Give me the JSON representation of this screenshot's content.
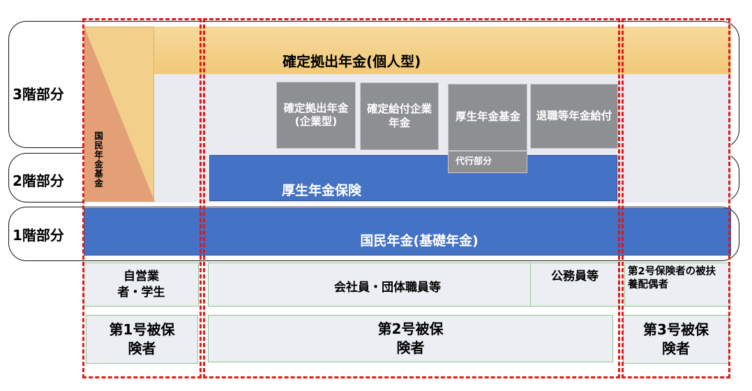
{
  "tiers": {
    "tier3": "3階部分",
    "tier2": "2階部分",
    "tier1": "1階部分"
  },
  "ideco": "確定拠出年金(個人型)",
  "national_pension_fund": "国民年金基金",
  "corporate_plans": {
    "dc_corporate": "確定拠出年金(企業型)",
    "db_corporate": "確定給付企業年金",
    "employee_pension_fund": "厚生年金基金",
    "substitute_portion": "代行部分",
    "retirement_allowance": "退職等年金給付"
  },
  "employee_pension_insurance": "厚生年金保険",
  "national_pension": "国民年金(基礎年金)",
  "occupations": {
    "self_employed": "自営業者・学生",
    "company_employees": "会社員・団体職員等",
    "civil_servants": "公務員等",
    "dependent_spouse": "第2号保険者の被扶養配偶者"
  },
  "insured_categories": {
    "no1": "第1号被保険者",
    "no2": "第2号被保険者",
    "no3": "第3号被保険者"
  },
  "colors": {
    "ideco_band": "#f5d28f",
    "national_pension_fund": "#e3a077",
    "blue_band": "#4472c4",
    "gray_box": "#8e8f93",
    "light_fill": "#eceef3",
    "dashed_outline": "#e0191a",
    "green_border": "#8cc58c"
  }
}
